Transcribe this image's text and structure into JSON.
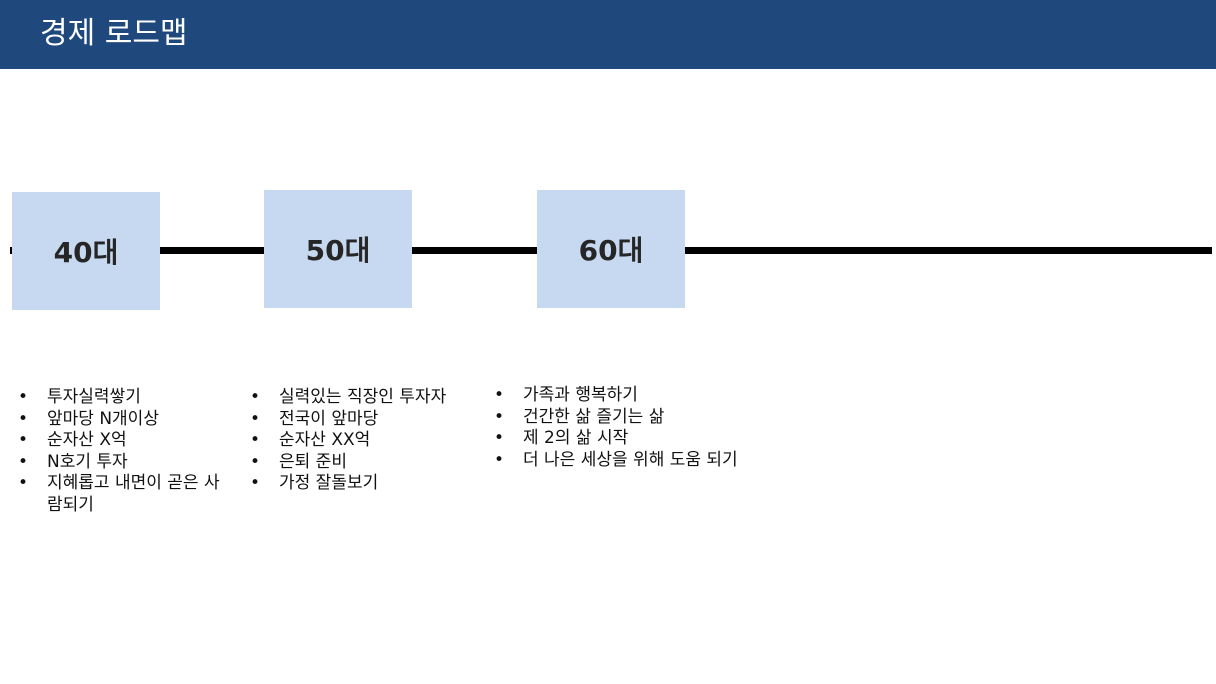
{
  "header": {
    "title": "경제 로드맵"
  },
  "colors": {
    "header_bg": "#1f497d",
    "box_fill": "#c6d9f1",
    "line": "#000000"
  },
  "stages": [
    {
      "label": "40대",
      "items": [
        "투자실력쌓기",
        "앞마당 N개이상",
        "순자산 X억",
        "N호기 투자",
        "지혜롭고 내면이 곧은 사람되기"
      ]
    },
    {
      "label": "50대",
      "items": [
        "실력있는 직장인 투자자",
        "전국이 앞마당",
        "순자산 XX억",
        "은퇴 준비",
        "가정 잘돌보기"
      ]
    },
    {
      "label": "60대",
      "items": [
        "가족과 행복하기",
        "건간한 삶 즐기는 삶",
        "제 2의 삶 시작",
        "더 나은 세상을 위해 도움 되기"
      ]
    }
  ]
}
